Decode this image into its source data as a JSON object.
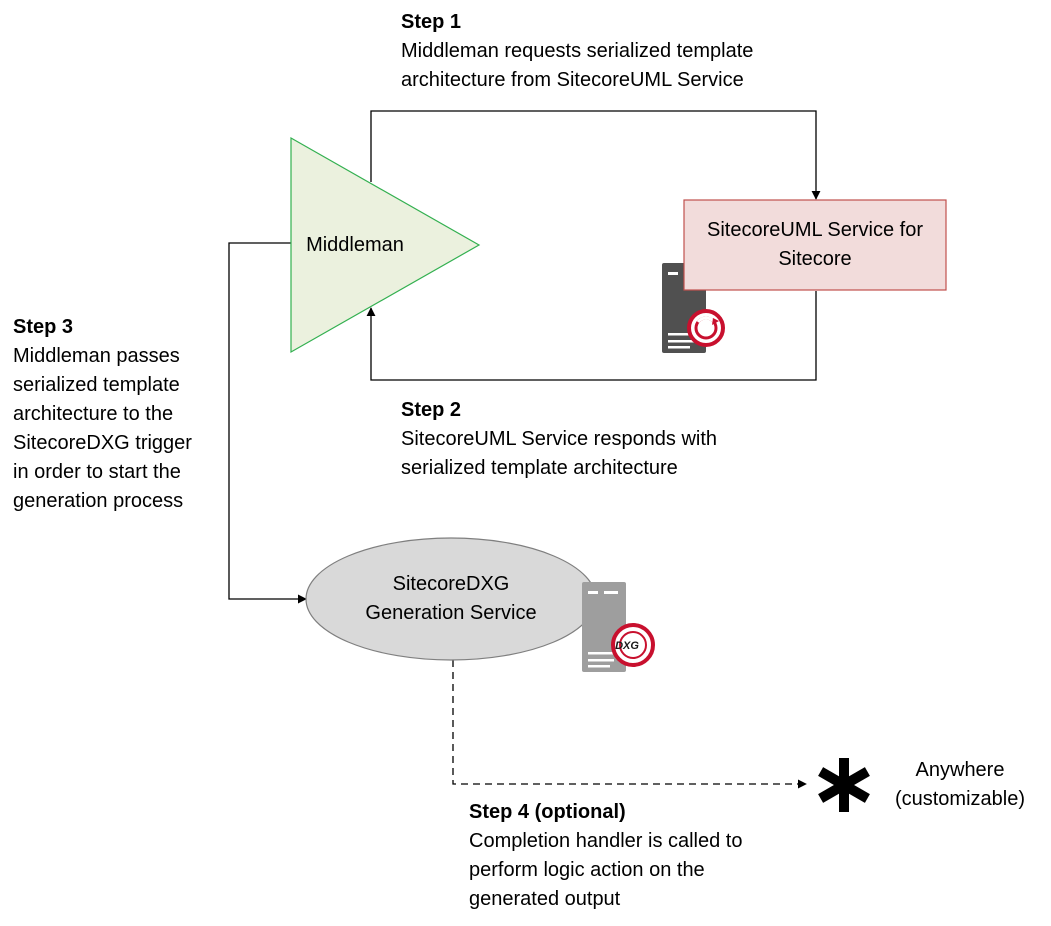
{
  "steps": {
    "step1": {
      "title": "Step 1",
      "lines": [
        "Middleman requests serialized template",
        "architecture from SitecoreUML Service"
      ]
    },
    "step2": {
      "title": "Step 2",
      "lines": [
        "SitecoreUML Service responds with",
        "serialized template architecture"
      ]
    },
    "step3": {
      "title": "Step 3",
      "lines": [
        "Middleman passes",
        "serialized template",
        "architecture to the",
        "SitecoreDXG trigger",
        "in order to start the",
        "generation process"
      ]
    },
    "step4": {
      "title": "Step 4 (optional)",
      "lines": [
        "Completion handler is called to",
        "perform logic action on the",
        "generated output"
      ]
    }
  },
  "nodes": {
    "middleman": {
      "label": "Middleman",
      "icon": "triangle-shape"
    },
    "uml_service": {
      "lines": [
        "SitecoreUML Service for",
        "Sitecore"
      ],
      "icon": "server-icon"
    },
    "dxg_service": {
      "lines": [
        "SitecoreDXG",
        "Generation Service"
      ],
      "icon": "server-icon",
      "badge_text": "DXG"
    },
    "anywhere": {
      "lines": [
        "Anywhere",
        "(customizable)"
      ],
      "icon": "asterisk-icon"
    }
  },
  "colors": {
    "triangle_fill": "#EBF1DE",
    "triangle_stroke": "#33B050",
    "uml_box_fill": "#F2DCDB",
    "uml_box_stroke": "#C0504D",
    "ellipse_fill": "#D9D9D9",
    "ellipse_stroke": "#7F7F7F",
    "server_dark": "#505050",
    "server_light": "#9E9E9E",
    "badge_red": "#C8102E"
  }
}
